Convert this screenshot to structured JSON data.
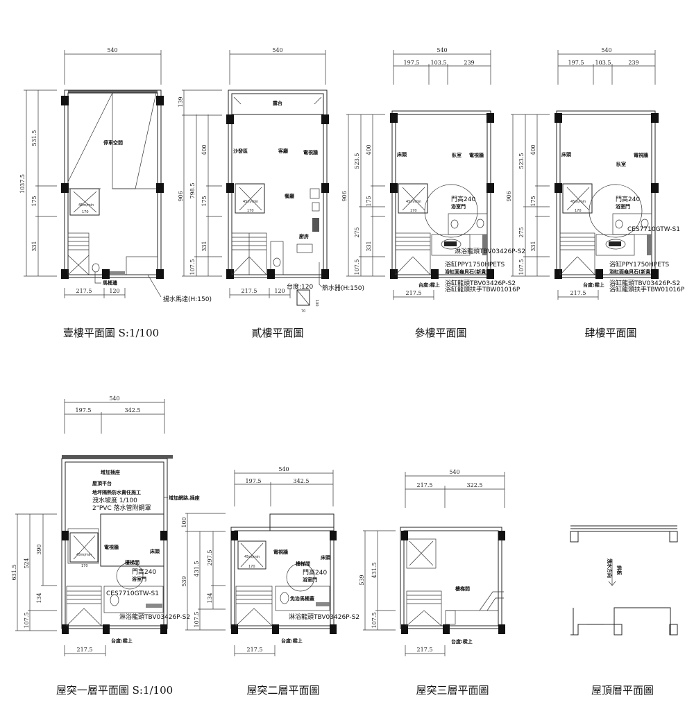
{
  "plans": [
    {
      "title": "壹樓平面圖 S:1/100",
      "dims_top": [
        "540"
      ],
      "dims_left": [
        "1037.5",
        "531.5",
        "175",
        "331"
      ],
      "dims_bottom": [
        "217.5",
        "120"
      ],
      "rooms": [
        "停車空間"
      ],
      "elevator": [
        "45m/min",
        "170"
      ],
      "notes": [
        "馬桶邊",
        "揚水馬達(H:150)"
      ]
    },
    {
      "title": "貳樓平面圖",
      "dims_top": [
        "540"
      ],
      "dims_left": [
        "139",
        "906",
        "798.5",
        "400",
        "175",
        "331",
        "107.5"
      ],
      "dims_bottom": [
        "217.5",
        "120",
        "70",
        "100"
      ],
      "rooms": [
        "露台",
        "沙發區",
        "客廳",
        "電視牆",
        "餐廳",
        "廚房"
      ],
      "elevator": [
        "45m/min",
        "170"
      ],
      "notes": [
        "台度:120",
        "熱水器(H:150)"
      ]
    },
    {
      "title": "參樓平面圖",
      "dims_top": [
        "540",
        "197.5",
        "103.5",
        "239"
      ],
      "dims_left": [
        "906",
        "523.5",
        "400",
        "175",
        "275",
        "331",
        "107.5"
      ],
      "dims_bottom": [
        "217.5"
      ],
      "rooms": [
        "床頭",
        "臥室",
        "電視牆"
      ],
      "elevator": [
        "45m/min",
        "170"
      ],
      "notes": [
        "門高240",
        "浴室門",
        "淋浴龍頭TBV03426P-S2",
        "浴缸PPY1750HPETS",
        "浴缸面龜貝石(新貴金)",
        "台度:樑上",
        "浴缸龍頭TBV03426P-S2",
        "浴缸龍頭扶手TBW01016P"
      ]
    },
    {
      "title": "肆樓平面圖",
      "dims_top": [
        "540",
        "197.5",
        "103.5",
        "239"
      ],
      "dims_left": [
        "906",
        "523.5",
        "400",
        "175",
        "275",
        "331",
        "107.5"
      ],
      "dims_bottom": [
        "217.5"
      ],
      "rooms": [
        "床頭",
        "臥室",
        "電視牆"
      ],
      "elevator": [
        "45m/min",
        "170"
      ],
      "notes": [
        "門高240",
        "浴室門",
        "CES7710GTW-S1",
        "浴缸PPY1750HPETS",
        "浴缸面龜貝石(新貴金)",
        "台度:樑上",
        "浴缸龍頭TBV03426P-S2",
        "浴缸龍頭扶手TBW01016P"
      ]
    },
    {
      "title": "屋突一層平面圖 S:1/100",
      "dims_top": [
        "540",
        "197.5",
        "342.5"
      ],
      "dims_left": [
        "631.5",
        "524",
        "390",
        "134",
        "107.5"
      ],
      "dims_bottom": [
        "217.5"
      ],
      "rooms": [
        "屋頂平台",
        "電視牆",
        "床頭",
        "樓梯間"
      ],
      "elevator": [
        "45m/min",
        "170"
      ],
      "notes": [
        "增加插座",
        "地坪隔熱防水責任施工",
        "洩水坡度 1/100",
        "2\"PVC 落水管附鋼罩",
        "增加網路,插座",
        "門高240",
        "浴室門",
        "CES7710GTW-S1",
        "淋浴龍頭TBV03426P-S2",
        "台度:樑上"
      ]
    },
    {
      "title": "屋突二層平面圖",
      "dims_top": [
        "540",
        "197.5",
        "342.5"
      ],
      "dims_left": [
        "100",
        "539",
        "431.5",
        "297.5",
        "134",
        "107.5"
      ],
      "dims_bottom": [
        "217.5"
      ],
      "rooms": [
        "電視牆",
        "床頭",
        "樓梯間"
      ],
      "elevator": [
        "45m/min",
        "170"
      ],
      "notes": [
        "門高240",
        "浴室門",
        "免治馬桶蓋",
        "淋浴龍頭TBV03426P-S2",
        "台度:樑上"
      ]
    },
    {
      "title": "屋突三層平面圖",
      "dims_top": [
        "540",
        "217.5",
        "322.5"
      ],
      "dims_left": [
        "539",
        "431.5",
        "107.5"
      ],
      "dims_bottom": [
        "217.5"
      ],
      "rooms": [
        "樓梯間"
      ],
      "notes": [
        "台度:樑上"
      ]
    },
    {
      "title": "屋頂層平面圖",
      "rooms": [
        "洩水方向",
        "斜板"
      ]
    }
  ]
}
